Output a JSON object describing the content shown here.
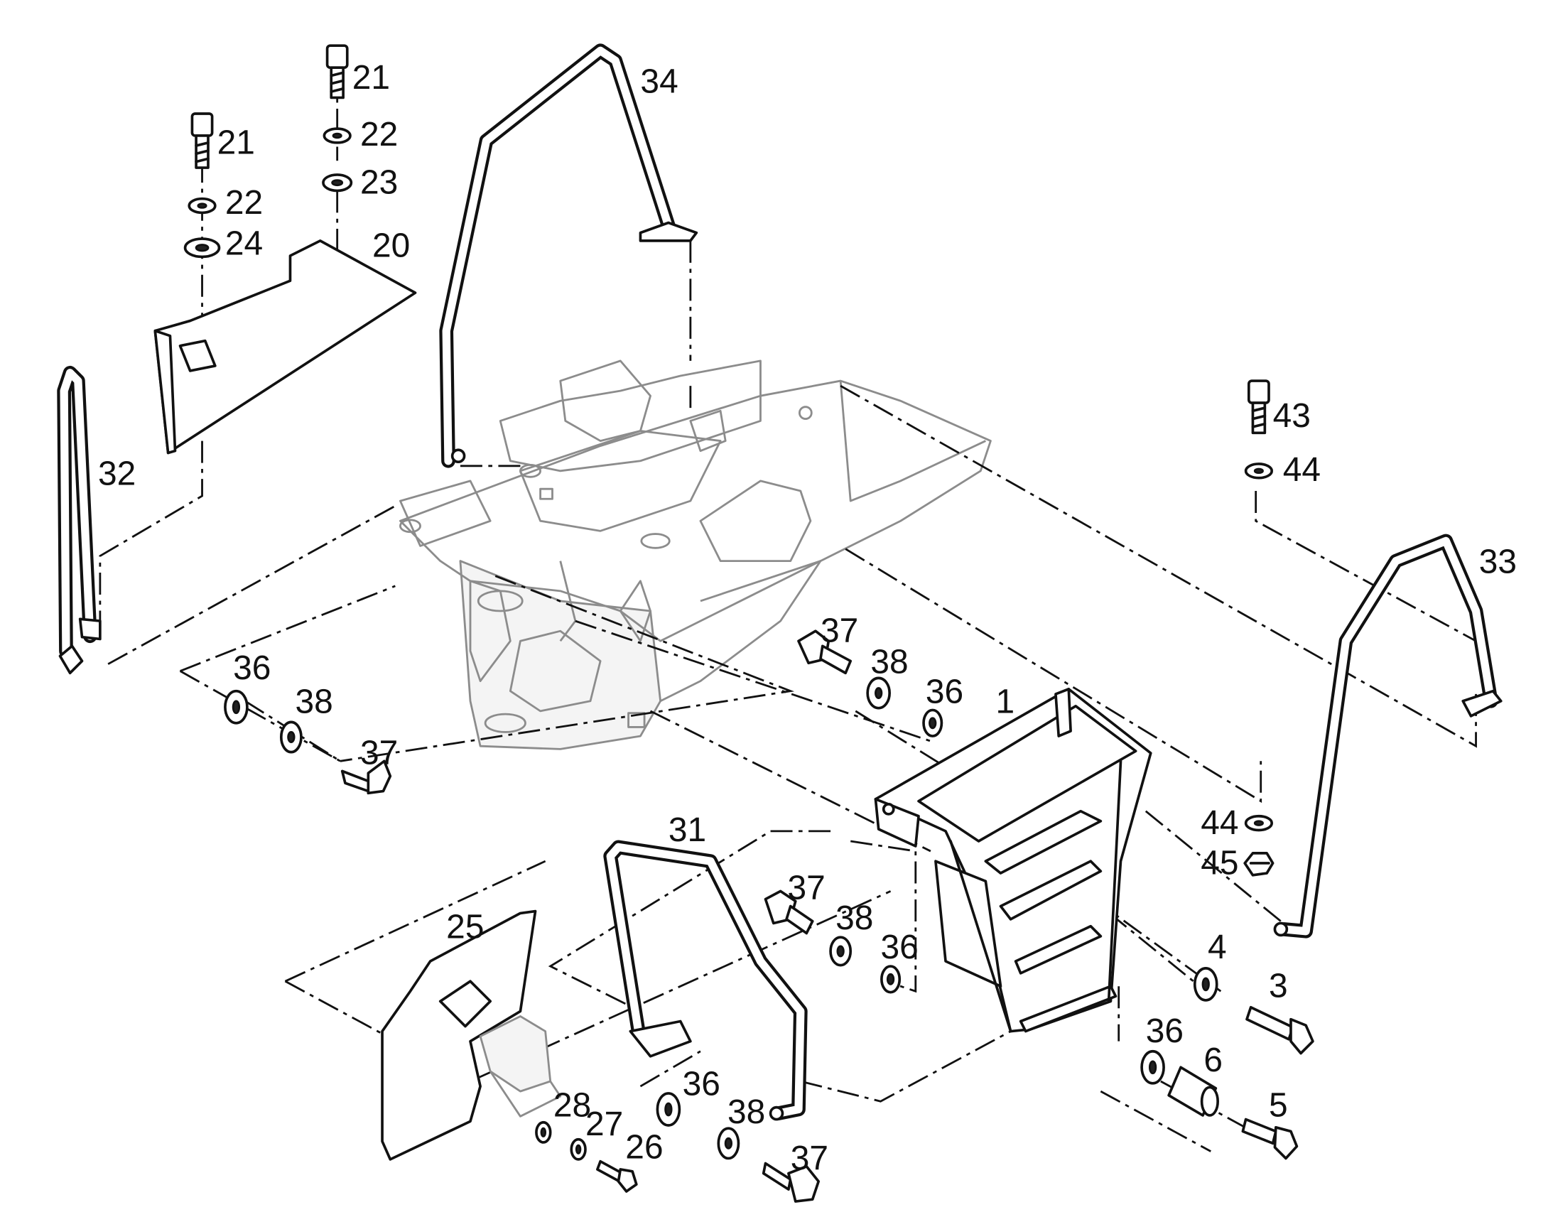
{
  "callouts": [
    {
      "id": "1",
      "text": "1"
    },
    {
      "id": "3",
      "text": "3"
    },
    {
      "id": "4",
      "text": "4"
    },
    {
      "id": "5",
      "text": "5"
    },
    {
      "id": "6",
      "text": "6"
    },
    {
      "id": "20",
      "text": "20"
    },
    {
      "id": "21a",
      "text": "21"
    },
    {
      "id": "21b",
      "text": "21"
    },
    {
      "id": "22a",
      "text": "22"
    },
    {
      "id": "22b",
      "text": "22"
    },
    {
      "id": "23",
      "text": "23"
    },
    {
      "id": "24",
      "text": "24"
    },
    {
      "id": "25",
      "text": "25"
    },
    {
      "id": "26",
      "text": "26"
    },
    {
      "id": "27",
      "text": "27"
    },
    {
      "id": "28",
      "text": "28"
    },
    {
      "id": "31",
      "text": "31"
    },
    {
      "id": "32",
      "text": "32"
    },
    {
      "id": "33",
      "text": "33"
    },
    {
      "id": "34",
      "text": "34"
    },
    {
      "id": "36a",
      "text": "36"
    },
    {
      "id": "36b",
      "text": "36"
    },
    {
      "id": "36c",
      "text": "36"
    },
    {
      "id": "36d",
      "text": "36"
    },
    {
      "id": "36e",
      "text": "36"
    },
    {
      "id": "37a",
      "text": "37"
    },
    {
      "id": "37b",
      "text": "37"
    },
    {
      "id": "37c",
      "text": "37"
    },
    {
      "id": "37d",
      "text": "37"
    },
    {
      "id": "38a",
      "text": "38"
    },
    {
      "id": "38b",
      "text": "38"
    },
    {
      "id": "38c",
      "text": "38"
    },
    {
      "id": "38d",
      "text": "38"
    },
    {
      "id": "43",
      "text": "43"
    },
    {
      "id": "44a",
      "text": "44"
    },
    {
      "id": "44b",
      "text": "44"
    },
    {
      "id": "45",
      "text": "45"
    }
  ],
  "colors": {
    "ink": "#111111",
    "frame": "#8c8c8c",
    "paper": "#ffffff"
  }
}
